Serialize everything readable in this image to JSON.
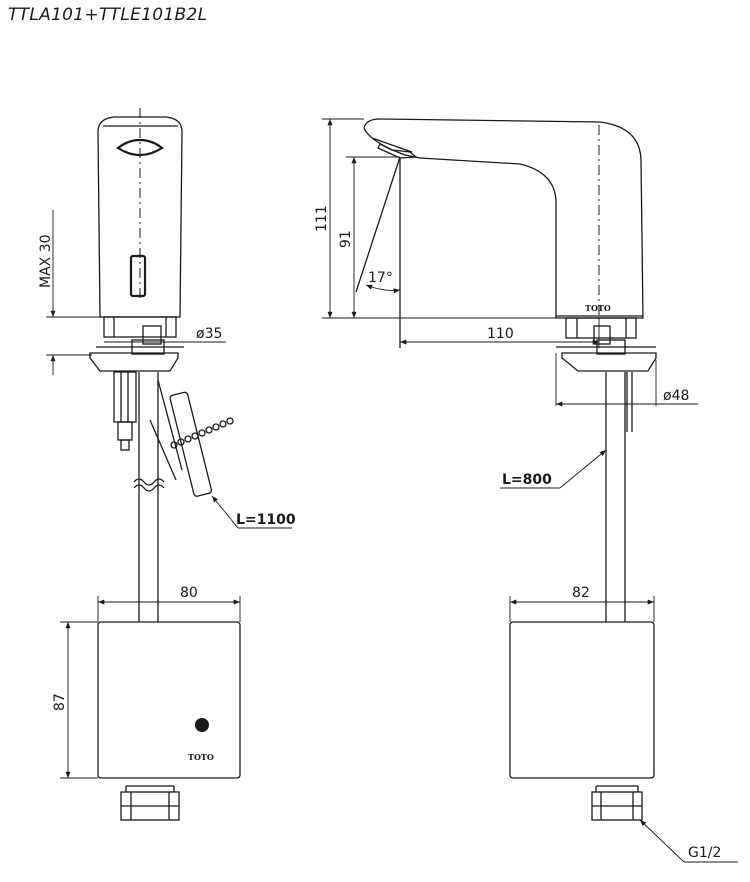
{
  "title": "TTLA101+TTLE101B2L",
  "front_view": {
    "dims": {
      "max_adjust": "MAX 30",
      "diameter": "ø35",
      "hose_length": "L=1100",
      "box_width": "80",
      "box_height": "87"
    },
    "logo": "TOTO"
  },
  "side_view": {
    "dims": {
      "height_total": "111",
      "height_outlet": "91",
      "angle": "17°",
      "reach": "110",
      "base_diameter": "ø48",
      "hose_length": "L=800",
      "box_width": "82",
      "thread": "G1/2"
    },
    "logo": "TOTO"
  }
}
